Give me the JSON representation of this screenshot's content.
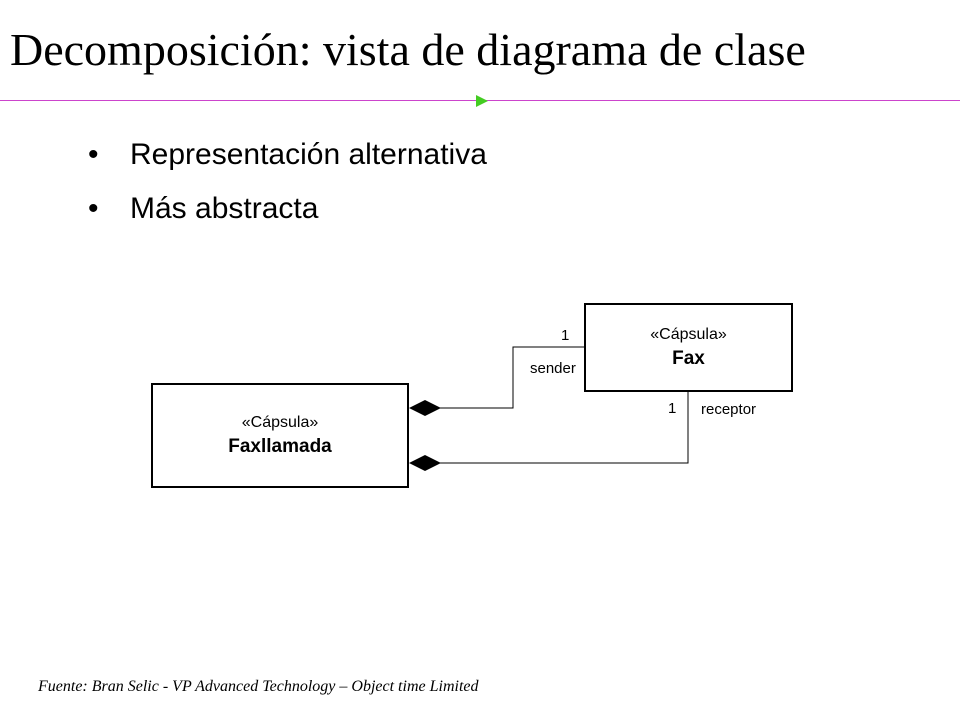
{
  "slide": {
    "title": "Decomposición: vista de diagrama de clase",
    "accent_line_color": "#cc44cc",
    "accent_arrow_color": "#44cc22",
    "bullets": [
      "Representación alternativa",
      "Más abstracta"
    ],
    "footer": "Fuente: Bran Selic - VP Advanced Technology – Object time Limited"
  },
  "diagram": {
    "faxllamada": {
      "stereotype": "«Cápsula»",
      "name": "Faxllamada"
    },
    "fax": {
      "stereotype": "«Cápsula»",
      "name": "Fax"
    },
    "sender_assoc": {
      "multiplicity": "1",
      "role": "sender"
    },
    "receptor_assoc": {
      "multiplicity": "1",
      "role": "receptor"
    }
  }
}
